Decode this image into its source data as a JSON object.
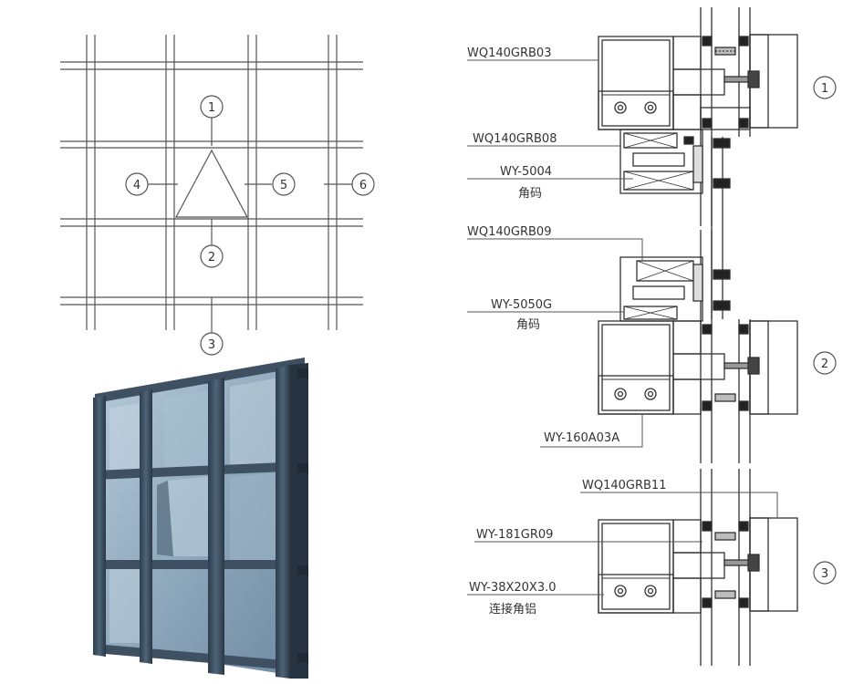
{
  "grid_plan": {
    "markers": [
      "1",
      "2",
      "3",
      "4",
      "5",
      "6"
    ]
  },
  "section": {
    "labels": {
      "l1": "WQ140GRB03",
      "l2": "WQ140GRB08",
      "l3": "WY-5004",
      "l3b": "角码",
      "l4": "WQ140GRB09",
      "l5": "WY-5050G",
      "l5b": "角码",
      "l6": "WY-160A03A",
      "l7": "WQ140GRB11",
      "l8": "WY-181GR09",
      "l9": "WY-38X20X3.0",
      "l9b": "连接角铝"
    },
    "markers": [
      "1",
      "2",
      "3"
    ]
  },
  "colors": {
    "line": "#444444",
    "glass": "#8fa9bd",
    "frame": "#3d4f60"
  }
}
